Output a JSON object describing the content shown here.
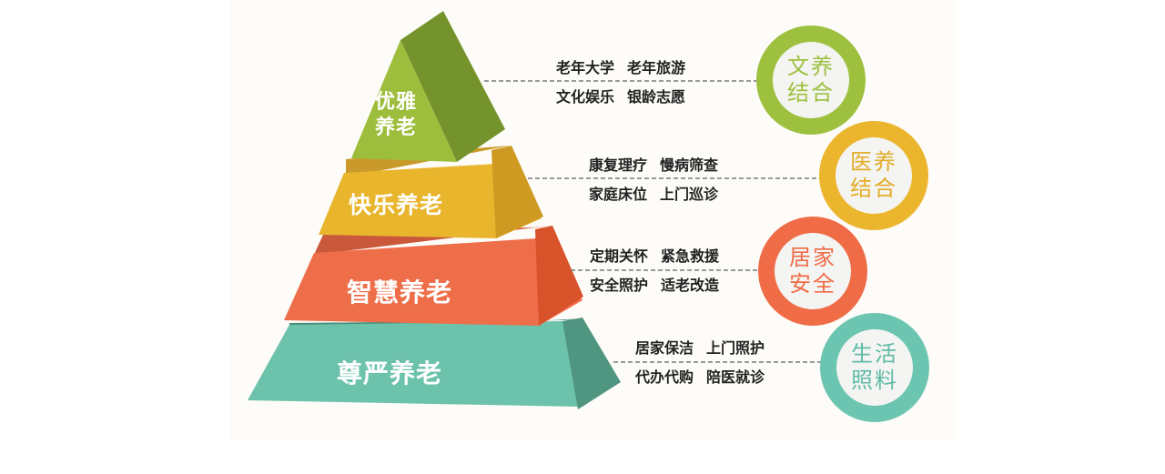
{
  "diagram": {
    "type": "pyramid",
    "tiers": [
      {
        "id": "top",
        "label_line1": "优雅",
        "label_line2": "养老",
        "color_front": "#9dbd3c",
        "color_side": "#74932c",
        "services_row1": [
          "老年大学",
          "老年旅游"
        ],
        "services_row2": [
          "文化娱乐",
          "银龄志愿"
        ],
        "circle_line1": "文养",
        "circle_line2": "结合",
        "circle_color": "#9dc13f"
      },
      {
        "id": "second",
        "label": "快乐养老",
        "color_front": "#e8b52d",
        "color_side": "#cf9a22",
        "color_top": "#c99a2a",
        "services_row1": [
          "康复理疗",
          "慢病筛查"
        ],
        "services_row2": [
          "家庭床位",
          "上门巡诊"
        ],
        "circle_line1": "医养",
        "circle_line2": "结合",
        "circle_color": "#ebb52d"
      },
      {
        "id": "third",
        "label": "智慧养老",
        "color_front": "#ee6e4a",
        "color_side": "#d8522a",
        "color_top": "#c9593a",
        "services_row1": [
          "定期关怀",
          "紧急救援"
        ],
        "services_row2": [
          "安全照护",
          "适老改造"
        ],
        "circle_line1": "居家",
        "circle_line2": "安全",
        "circle_color": "#ef6c47"
      },
      {
        "id": "base",
        "label": "尊严养老",
        "color_front": "#6cc2ab",
        "color_side": "#4f9580",
        "color_top": "#4a8a78",
        "services_row1": [
          "居家保洁",
          "上门照护"
        ],
        "services_row2": [
          "代办代购",
          "陪医就诊"
        ],
        "circle_line1": "生活",
        "circle_line2": "照料",
        "circle_color": "#6cc5b0"
      }
    ],
    "background": "#fefcf8"
  }
}
